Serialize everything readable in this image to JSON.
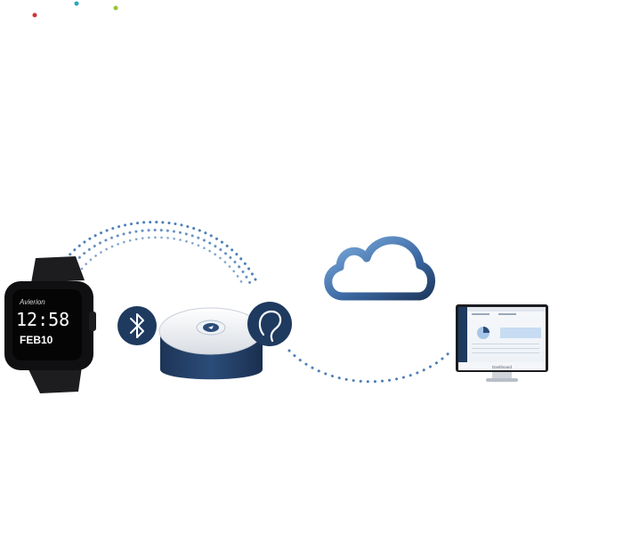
{
  "watch": {
    "brand": "Avierion",
    "time": "12:58",
    "date": "FEB10"
  },
  "colors": {
    "navy": "#1f3a5f",
    "cloud_light": "#6fa0d6",
    "cloud_dark": "#23406a",
    "dot": "#4d7fb8",
    "accent_red": "#d3323a",
    "accent_teal": "#2aa6c2",
    "accent_green": "#9cc43a"
  },
  "icons": {
    "bluetooth": "bluetooth-icon",
    "signal": "wireless-signal-icon",
    "cloud": "cloud-icon"
  },
  "monitor": {
    "footer_label": "Dashboard"
  }
}
